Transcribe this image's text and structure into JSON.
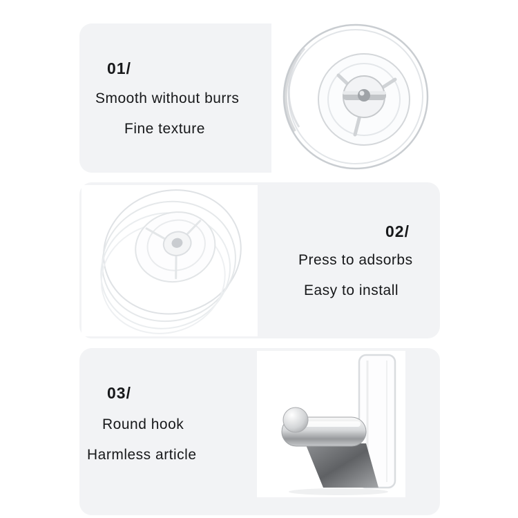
{
  "page": {
    "background_color": "#ffffff",
    "card_color": "#f2f3f5",
    "text_color": "#17181a"
  },
  "sections": [
    {
      "number": "01/",
      "line1": "Smooth without burrs",
      "line2": "Fine texture",
      "image": "suction-cup-front-view"
    },
    {
      "number": "02/",
      "line1": "Press to adsorbs",
      "line2": "Easy to install",
      "image": "suction-cup-angled-view"
    },
    {
      "number": "03/",
      "line1": "Round hook",
      "line2": "Harmless article",
      "image": "chrome-round-hook-with-clear-plate"
    }
  ]
}
